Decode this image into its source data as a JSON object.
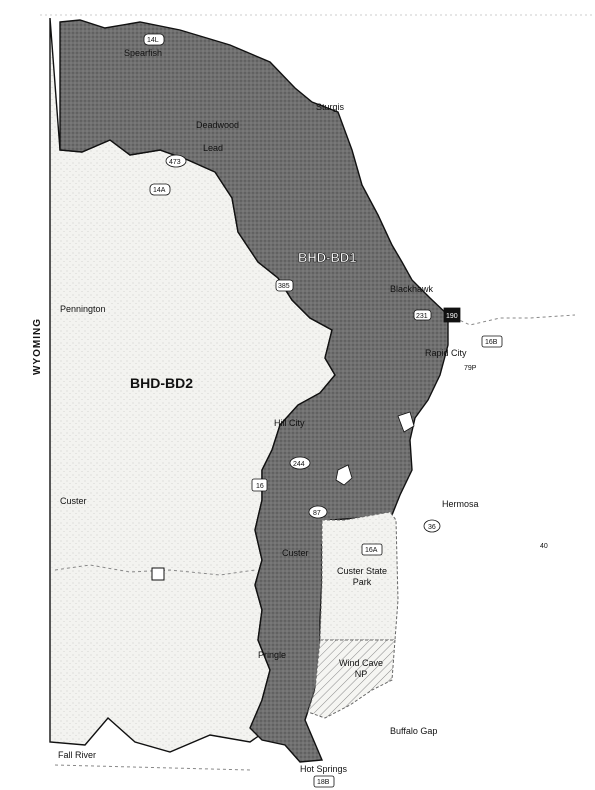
{
  "state_label": "WYOMING",
  "districts": {
    "bd1": "BHD-BD1",
    "bd2": "BHD-BD2"
  },
  "counties": {
    "pennington": "Pennington",
    "custer": "Custer",
    "fall_river": "Fall River"
  },
  "towns": {
    "spearfish": "Spearfish",
    "sturgis": "Sturgis",
    "deadwood": "Deadwood",
    "lead": "Lead",
    "blackhawk": "Blackhawk",
    "rapid_city": "Rapid City",
    "hill_city": "Hill City",
    "hermosa": "Hermosa",
    "custer_town": "Custer",
    "pringle": "Pringle",
    "hot_springs": "Hot Springs",
    "buffalo_gap": "Buffalo Gap"
  },
  "parks": {
    "custer_state_park": "Custer State Park",
    "wind_cave": "Wind Cave NP"
  },
  "highways": {
    "h14l": "14L",
    "h473": "473",
    "h14a": "14A",
    "h385": "385",
    "h231": "231",
    "h190": "190",
    "h16b": "16B",
    "h79p": "79P",
    "h244": "244",
    "h16": "16",
    "h87": "87",
    "h36": "36",
    "h40": "40",
    "h16a": "16A",
    "h18b": "18B"
  },
  "colors": {
    "bd1_fill": "#6e6e6e",
    "bd2_fill": "#f1f1ee",
    "park_hatch": "#9a9a9a",
    "border": "#111111"
  }
}
